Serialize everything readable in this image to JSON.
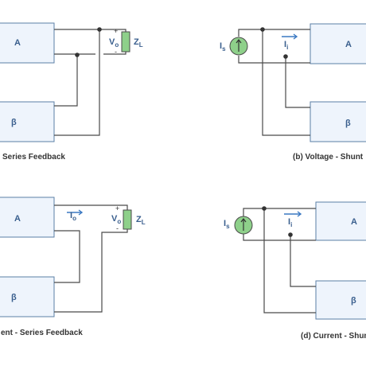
{
  "panel_a": {
    "block_top": "A",
    "block_bottom": "β",
    "voltage_label": "V",
    "voltage_sub": "o",
    "load_label": "Z",
    "load_sub": "L",
    "plus": "+",
    "minus": "-",
    "caption": "Series Feedback"
  },
  "panel_b": {
    "block_top": "A",
    "block_bottom": "β",
    "source_label": "I",
    "source_sub": "s",
    "current_label": "I",
    "current_sub": "i",
    "caption": "(b) Voltage - Shunt"
  },
  "panel_c": {
    "block_top": "A",
    "block_bottom": "β",
    "current_label": "I",
    "current_sub": "o",
    "voltage_label": "V",
    "voltage_sub": "o",
    "load_label": "Z",
    "load_sub": "L",
    "plus": "+",
    "minus": "-",
    "caption": "ent - Series Feedback"
  },
  "panel_d": {
    "block_top": "A",
    "block_bottom": "β",
    "source_label": "I",
    "source_sub": "s",
    "current_label": "I",
    "current_sub": "i",
    "caption": "(d) Current - Shun"
  },
  "colors": {
    "block_fill": "#eef4fc",
    "block_stroke": "#5b7fa6",
    "source_fill": "#8ed08a",
    "arrow_blue": "#3a78c2"
  }
}
